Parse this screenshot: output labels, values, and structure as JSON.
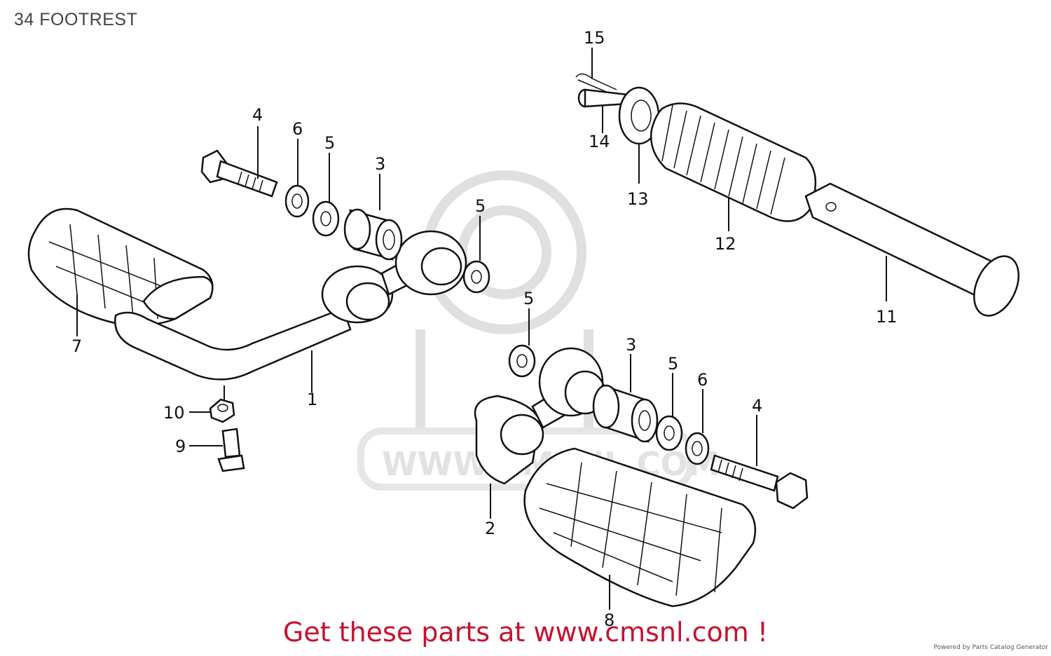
{
  "header": {
    "title": "34 FOOTREST"
  },
  "watermark": {
    "text": "WWW.CMSNL.COM"
  },
  "footer": {
    "cta": "Get these parts at www.cmsnl.com !",
    "credit": "Powered by Parts Catalog Generator"
  },
  "callouts": [
    {
      "id": "c15",
      "label": "15"
    },
    {
      "id": "c14",
      "label": "14"
    },
    {
      "id": "c13",
      "label": "13"
    },
    {
      "id": "c12",
      "label": "12"
    },
    {
      "id": "c11",
      "label": "11"
    },
    {
      "id": "c4a",
      "label": "4"
    },
    {
      "id": "c6a",
      "label": "6"
    },
    {
      "id": "c5a",
      "label": "5"
    },
    {
      "id": "c3a",
      "label": "3"
    },
    {
      "id": "c5b",
      "label": "5"
    },
    {
      "id": "c7",
      "label": "7"
    },
    {
      "id": "c1",
      "label": "1"
    },
    {
      "id": "c10",
      "label": "10"
    },
    {
      "id": "c9",
      "label": "9"
    },
    {
      "id": "c5c",
      "label": "5"
    },
    {
      "id": "c3b",
      "label": "3"
    },
    {
      "id": "c5d",
      "label": "5"
    },
    {
      "id": "c6b",
      "label": "6"
    },
    {
      "id": "c4b",
      "label": "4"
    },
    {
      "id": "c2",
      "label": "2"
    },
    {
      "id": "c8",
      "label": "8"
    }
  ]
}
